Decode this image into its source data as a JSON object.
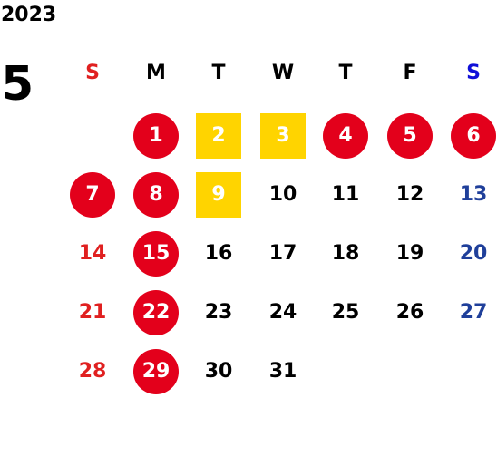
{
  "year": "2023",
  "month": "5",
  "colors": {
    "text": "#000000",
    "sunday_text": "#e02020",
    "saturday_text": "#1f3f9a",
    "saturday_header": "#1010d8",
    "holiday_circle": "#e3001b",
    "special_square": "#ffd400",
    "marked_text": "#ffffff"
  },
  "weekdays": [
    {
      "label": "S",
      "kind": "sun"
    },
    {
      "label": "M",
      "kind": "normal"
    },
    {
      "label": "T",
      "kind": "normal"
    },
    {
      "label": "W",
      "kind": "normal"
    },
    {
      "label": "T",
      "kind": "normal"
    },
    {
      "label": "F",
      "kind": "normal"
    },
    {
      "label": "S",
      "kind": "sat"
    }
  ],
  "weeks": [
    [
      null,
      {
        "day": "1",
        "mark": "circle"
      },
      {
        "day": "2",
        "mark": "square"
      },
      {
        "day": "3",
        "mark": "square"
      },
      {
        "day": "4",
        "mark": "circle"
      },
      {
        "day": "5",
        "mark": "circle"
      },
      {
        "day": "6",
        "mark": "circle"
      }
    ],
    [
      {
        "day": "7",
        "mark": "circle"
      },
      {
        "day": "8",
        "mark": "circle"
      },
      {
        "day": "9",
        "mark": "square"
      },
      {
        "day": "10",
        "mark": null
      },
      {
        "day": "11",
        "mark": null
      },
      {
        "day": "12",
        "mark": null
      },
      {
        "day": "13",
        "mark": null
      }
    ],
    [
      {
        "day": "14",
        "mark": null
      },
      {
        "day": "15",
        "mark": "circle"
      },
      {
        "day": "16",
        "mark": null
      },
      {
        "day": "17",
        "mark": null
      },
      {
        "day": "18",
        "mark": null
      },
      {
        "day": "19",
        "mark": null
      },
      {
        "day": "20",
        "mark": null
      }
    ],
    [
      {
        "day": "21",
        "mark": null
      },
      {
        "day": "22",
        "mark": "circle"
      },
      {
        "day": "23",
        "mark": null
      },
      {
        "day": "24",
        "mark": null
      },
      {
        "day": "25",
        "mark": null
      },
      {
        "day": "26",
        "mark": null
      },
      {
        "day": "27",
        "mark": null
      }
    ],
    [
      {
        "day": "28",
        "mark": null
      },
      {
        "day": "29",
        "mark": "circle"
      },
      {
        "day": "30",
        "mark": null
      },
      {
        "day": "31",
        "mark": null
      },
      null,
      null,
      null
    ]
  ]
}
